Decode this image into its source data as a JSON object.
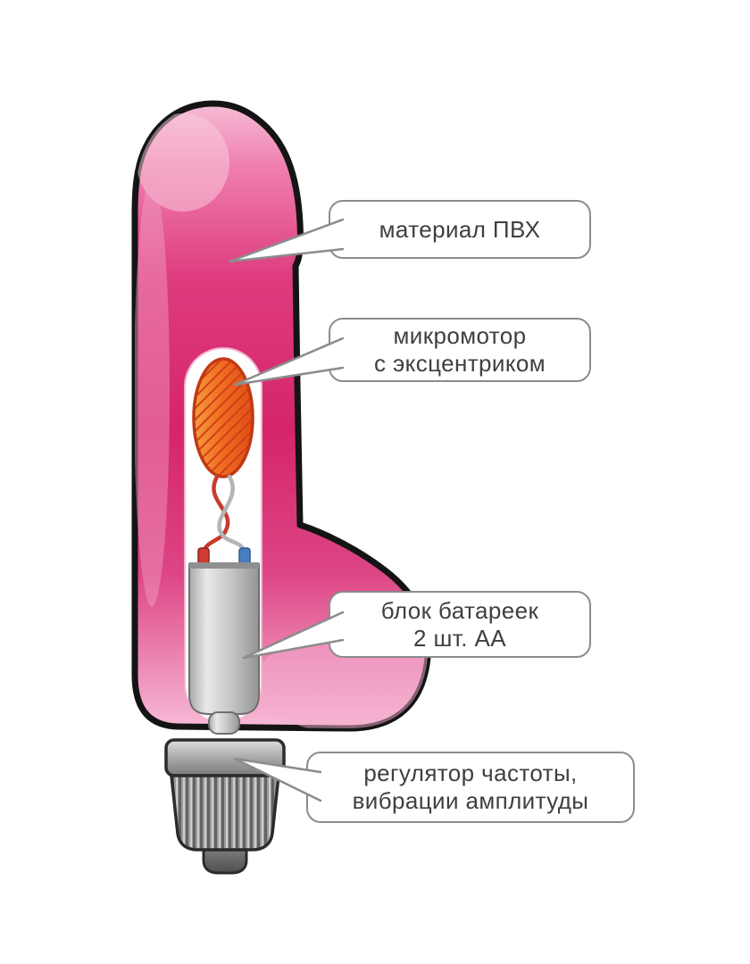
{
  "diagram": {
    "background_color": "#ffffff",
    "outline_color": "#141414",
    "body_color": "#d5256a",
    "motor_color": "#ef6a1f",
    "motor_stripe_color": "#d23f17",
    "battery_color": "#c6c6c6",
    "cap_color": "#9b9b9b",
    "callout_border_color": "#8c8c8c",
    "text_color": "#3f3f3f",
    "callouts": [
      {
        "id": "material",
        "line1": "материал ПВХ"
      },
      {
        "id": "micromotor",
        "line1": "микромотор",
        "line2": "с эксцентриком"
      },
      {
        "id": "battery",
        "line1": "блок батареек",
        "line2": "2 шт. АА"
      },
      {
        "id": "regulator",
        "line1": "регулятор частоты,",
        "line2": "вибрации амплитуды"
      }
    ]
  }
}
